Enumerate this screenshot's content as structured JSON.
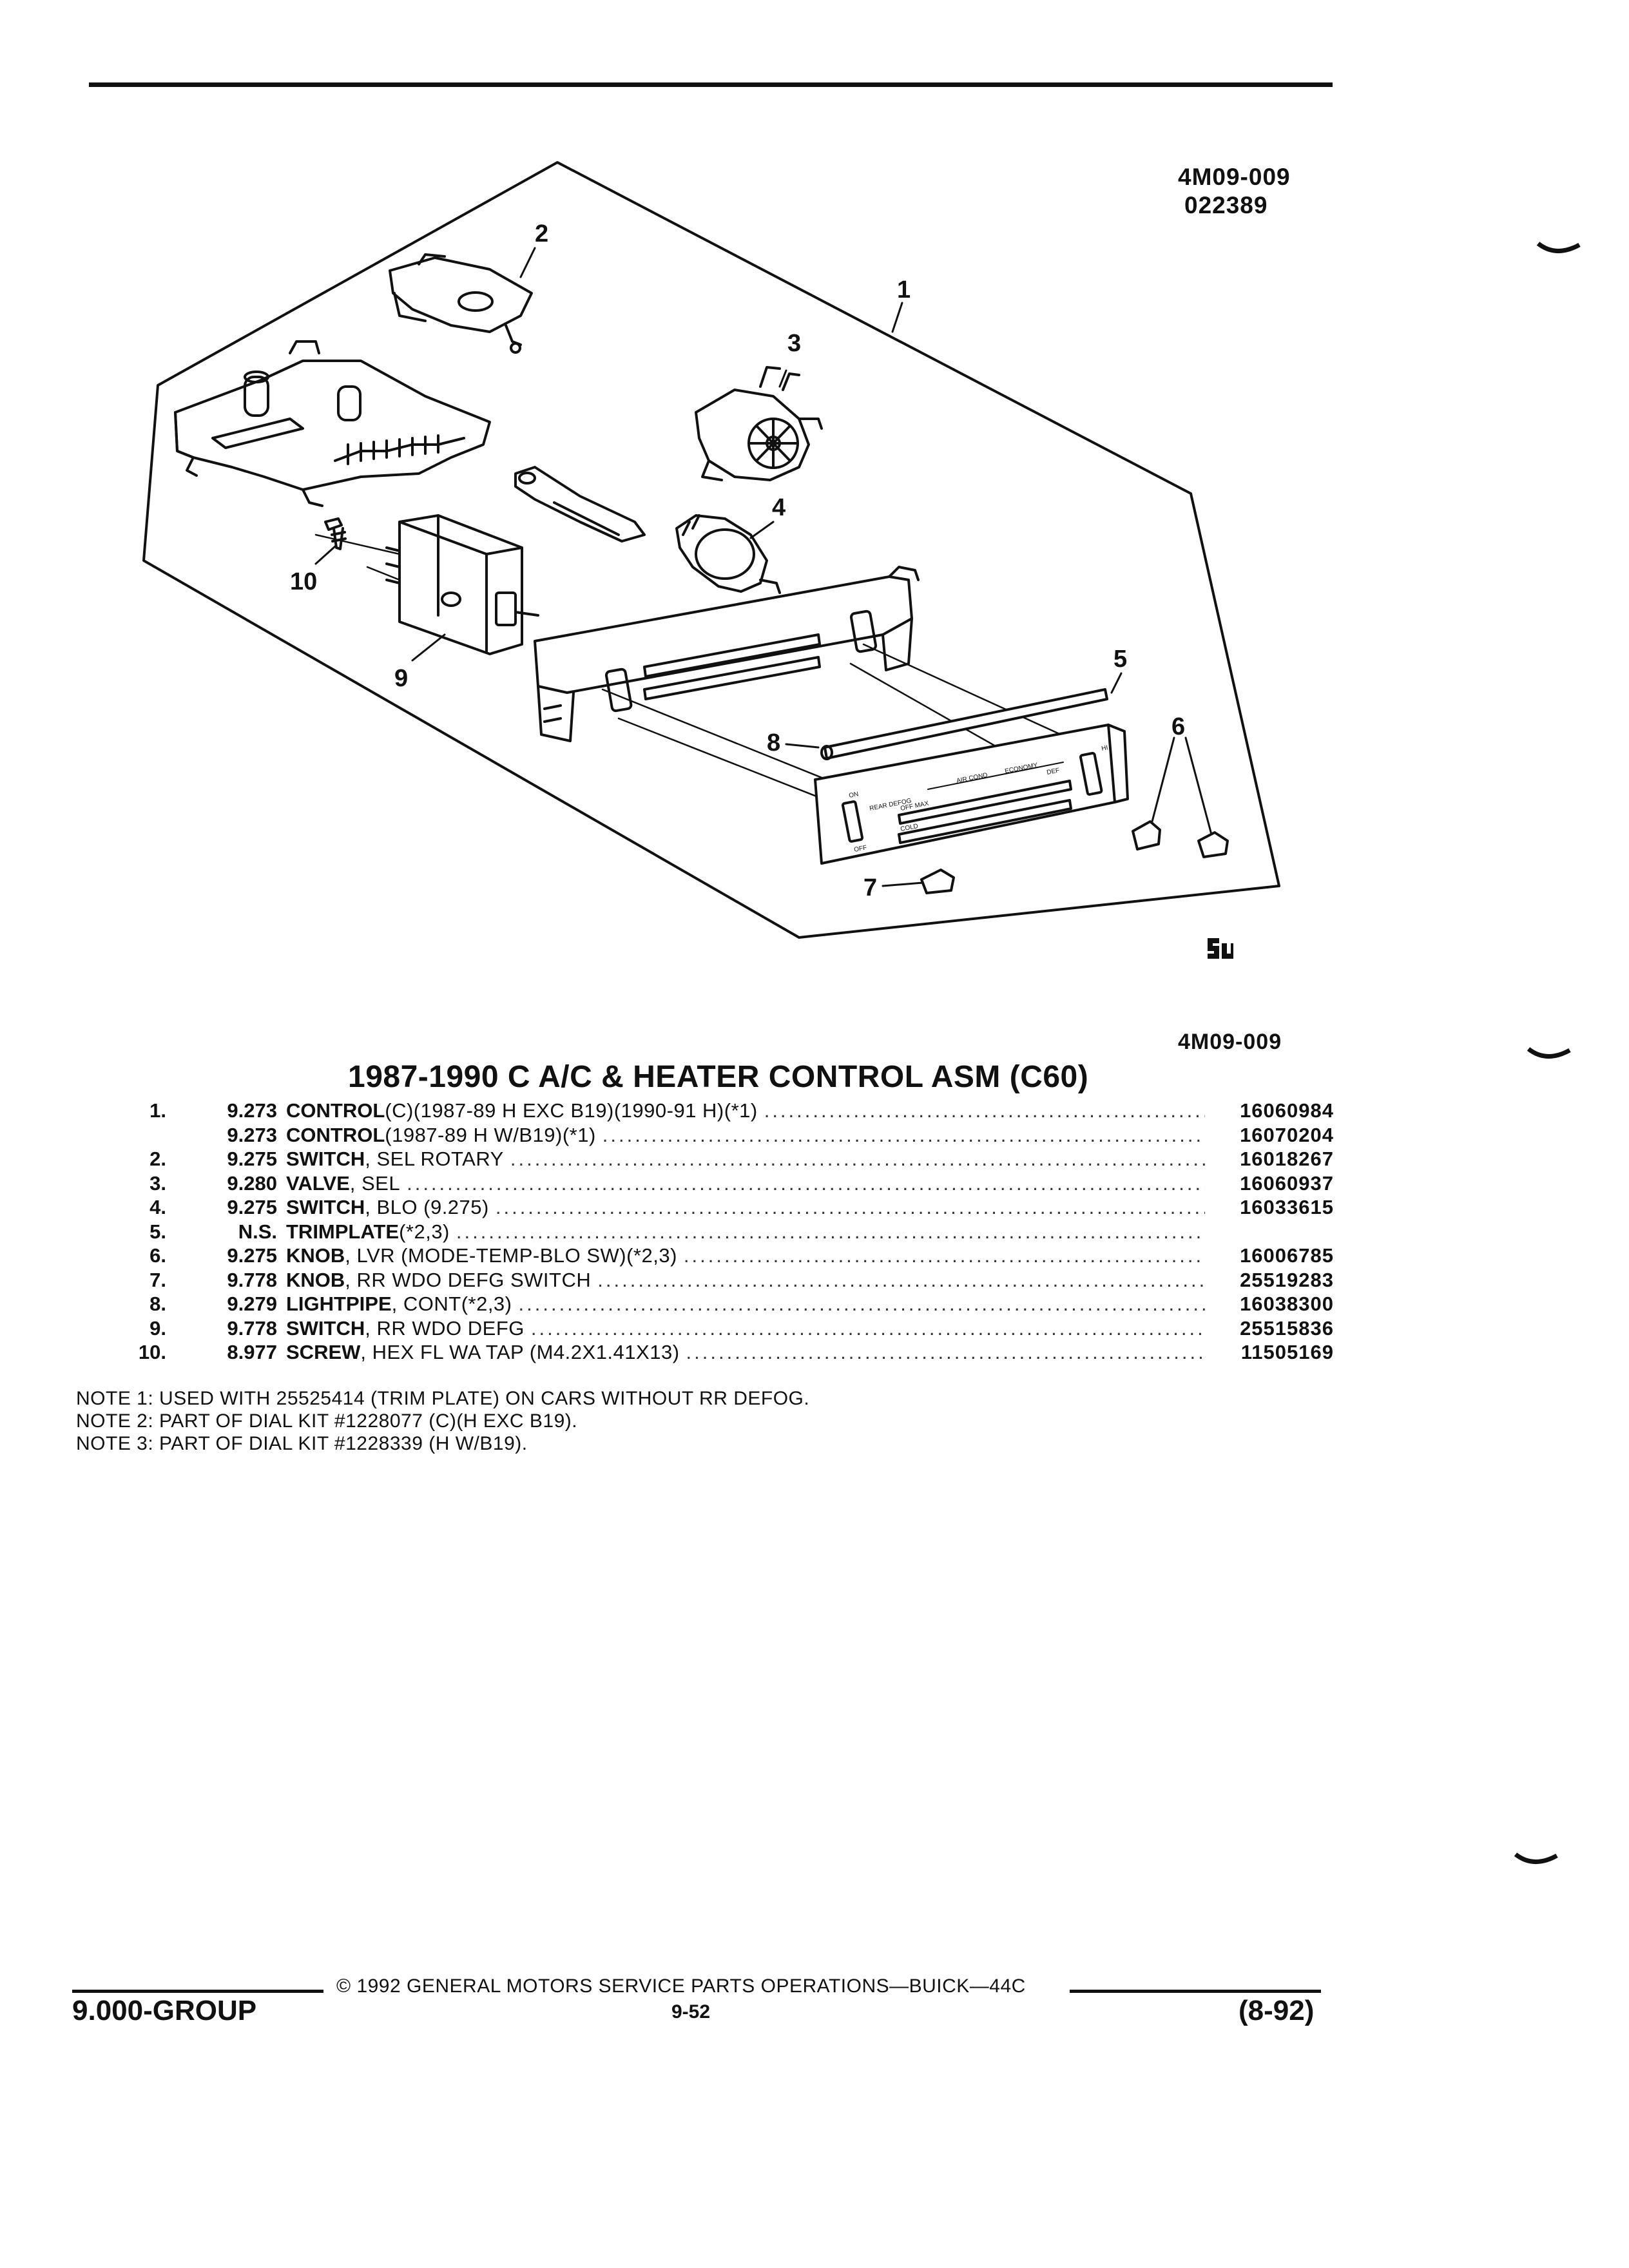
{
  "header": {
    "illustration_code": "4M09-009",
    "illustration_date": "022389",
    "bottom_code": "4M09-009"
  },
  "diagram": {
    "callouts": [
      "1",
      "2",
      "3",
      "4",
      "5",
      "6",
      "7",
      "8",
      "9",
      "10"
    ],
    "panel_labels": {
      "on": "ON",
      "off": "OFF",
      "rear_defog": "REAR DEFOG",
      "air_cond": "AIR COND",
      "economy": "ECONOMY",
      "off_max": "OFF MAX",
      "def": "DEF",
      "hi": "HI",
      "cold": "COLD"
    }
  },
  "title": "1987-1990 C A/C & HEATER CONTROL ASM (C60)",
  "parts": [
    {
      "no": "1.",
      "group": "9.273",
      "name": "CONTROL",
      "desc": " (C)(1987-89 H EXC B19)(1990-91 H)(*1)",
      "part": "16060984"
    },
    {
      "no": "",
      "group": "9.273",
      "name": "CONTROL",
      "desc": " (1987-89 H W/B19)(*1)",
      "part": "16070204"
    },
    {
      "no": "2.",
      "group": "9.275",
      "name": "SWITCH",
      "desc": " , SEL ROTARY",
      "part": "16018267"
    },
    {
      "no": "3.",
      "group": "9.280",
      "name": "VALVE",
      "desc": " , SEL",
      "part": "16060937"
    },
    {
      "no": "4.",
      "group": "9.275",
      "name": "SWITCH",
      "desc": " , BLO (9.275)",
      "part": "16033615"
    },
    {
      "no": "5.",
      "group": "N.S.",
      "name": "TRIMPLATE",
      "desc": " (*2,3)",
      "part": ""
    },
    {
      "no": "6.",
      "group": "9.275",
      "name": "KNOB",
      "desc": " , LVR (MODE-TEMP-BLO SW)(*2,3)",
      "part": "16006785"
    },
    {
      "no": "7.",
      "group": "9.778",
      "name": "KNOB",
      "desc": " , RR WDO DEFG SWITCH",
      "part": "25519283"
    },
    {
      "no": "8.",
      "group": "9.279",
      "name": "LIGHTPIPE",
      "desc": " , CONT(*2,3)",
      "part": "16038300"
    },
    {
      "no": "9.",
      "group": "9.778",
      "name": "SWITCH",
      "desc": " , RR WDO DEFG",
      "part": "25515836"
    },
    {
      "no": "10.",
      "group": "8.977",
      "name": "SCREW",
      "desc": " , HEX FL WA TAP (M4.2X1.41X13)",
      "part": "11505169"
    }
  ],
  "notes": [
    "NOTE  1:  USED WITH 25525414 (TRIM PLATE) ON CARS WITHOUT RR DEFOG.",
    "NOTE  2:  PART OF DIAL KIT #1228077 (C)(H EXC B19).",
    "NOTE  3:  PART OF DIAL KIT #1228339 (H W/B19)."
  ],
  "footer": {
    "group": "9.000-GROUP",
    "copyright": "© 1992  GENERAL MOTORS SERVICE PARTS OPERATIONS—BUICK—44C",
    "page": "9-52",
    "date": "(8-92)"
  }
}
